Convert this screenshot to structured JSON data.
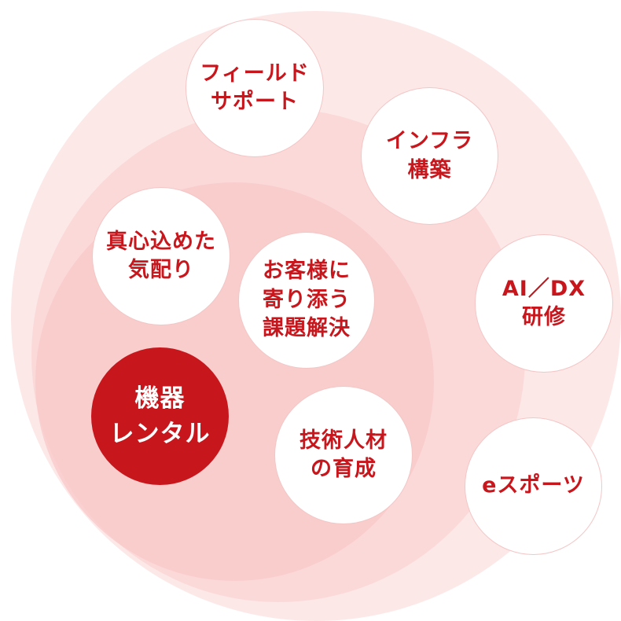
{
  "colors": {
    "accent": "#c8161d",
    "outer_ring": "#fde8e8",
    "middle_ring": "#fbd6d6",
    "inner_ring": "#f9c9c9",
    "bubble_fill": "#ffffff"
  },
  "bubbles": {
    "field_support": "フィールド\nサポート",
    "infra": "インフラ\n構築",
    "care": "真心込めた\n気配り",
    "solution": "お客様に\n寄り添う\n課題解決",
    "ai_dx": "AI／DX\n研修",
    "rental": "機器\nレンタル",
    "talent": "技術人材\nの育成",
    "esports": "eスポーツ"
  }
}
